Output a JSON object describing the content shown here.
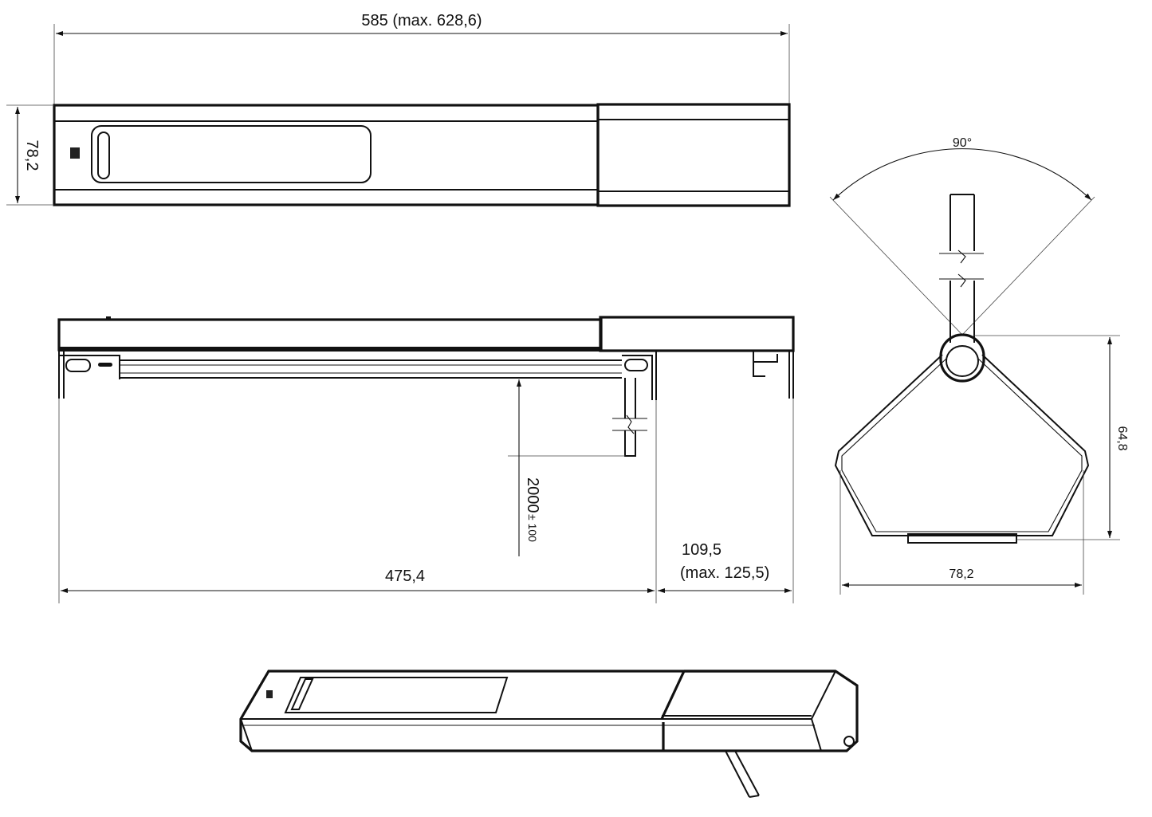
{
  "top_view": {
    "length_label": "585 (max. 628,6)",
    "height_label": "78,2"
  },
  "side_view": {
    "cable_length_label": "2000",
    "cable_tolerance_label": "± 100",
    "body_length_label": "475,4",
    "extension_label_line1": "109,5",
    "extension_label_line2": "(max. 125,5)"
  },
  "end_view": {
    "angle_label": "90°",
    "height_label": "64,8",
    "width_label": "78,2"
  }
}
